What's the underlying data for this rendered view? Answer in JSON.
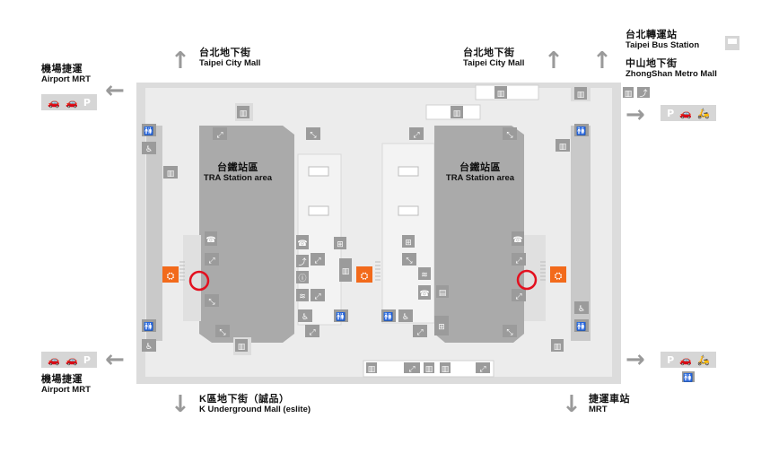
{
  "labels": {
    "taipei_city_mall_left": {
      "zh": "台北地下街",
      "en": "Taipei City Mall"
    },
    "taipei_city_mall_right": {
      "zh": "台北地下街",
      "en": "Taipei City Mall"
    },
    "taipei_bus_station": {
      "zh": "台北轉運站",
      "en": "Taipei Bus Station"
    },
    "zhongshan_metro_mall": {
      "zh": "中山地下街",
      "en": "ZhongShan Metro Mall"
    },
    "airport_mrt_top": {
      "zh": "機場捷運",
      "en": "Airport MRT"
    },
    "airport_mrt_bottom": {
      "zh": "機場捷運",
      "en": "Airport MRT"
    },
    "k_underground_mall": {
      "zh": "K區地下街（誠品）",
      "en": "K Underground Mall (eslite)"
    },
    "mrt": {
      "zh": "捷運車站",
      "en": "MRT"
    },
    "tra_left": {
      "zh": "台鐵站區",
      "en": "TRA Station area"
    },
    "tra_right": {
      "zh": "台鐵站區",
      "en": "TRA Station area"
    }
  },
  "tags": {
    "left_top": [
      "🚗",
      "🚗",
      "P"
    ],
    "left_bottom": [
      "🚗",
      "🚗",
      "P"
    ],
    "right_top": [
      "P",
      "🚗",
      "🛵"
    ],
    "right_bottom": [
      "P",
      "🚗",
      "🛵"
    ]
  },
  "colors": {
    "floor": "#e9e9e9",
    "wall": "#cfcfcf",
    "zone": "#a8a8a8",
    "arrow": "#9a9a9a",
    "accent_orange": "#f26a1b",
    "highlight_red": "#e3101f"
  },
  "icons": [
    "escalator-icon",
    "elevator-icon",
    "toilet-icon",
    "accessible-icon",
    "phone-icon",
    "information-icon",
    "wifi-icon",
    "bus-icon",
    "parking-icon"
  ]
}
